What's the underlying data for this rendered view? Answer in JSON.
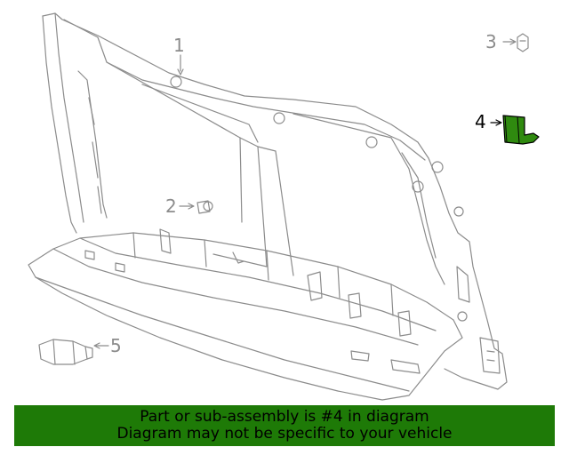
{
  "callouts": {
    "c1": "1",
    "c2": "2",
    "c3": "3",
    "c4": "4",
    "c5": "5"
  },
  "highlighted_part": "4",
  "colors": {
    "line": "#8c8c8c",
    "highlight_fill": "#2f8a0f",
    "banner_bg": "#1e7a07"
  },
  "banner": {
    "line1": "Part or sub-assembly is #4 in diagram",
    "line2": "Diagram may not be specific to your vehicle"
  }
}
